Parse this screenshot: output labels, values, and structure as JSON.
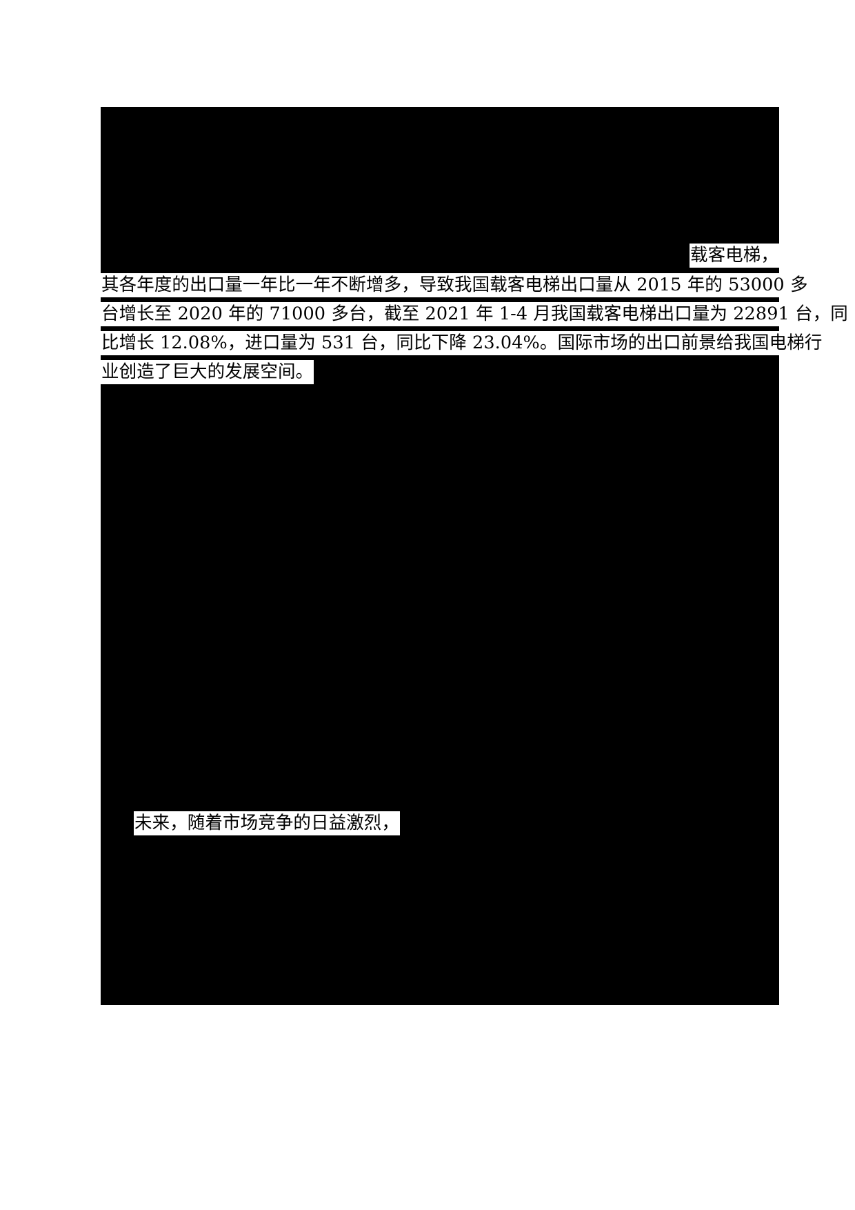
{
  "document": {
    "page_background": "#ffffff",
    "redaction_color": "#000000",
    "text_highlight_color": "#ffffff",
    "text_color": "#000000",
    "lines": [
      {
        "id": "line-1",
        "text": "载客电梯，",
        "align": "right"
      },
      {
        "id": "line-2",
        "text": "其各年度的出口量一年比一年不断增多，导致我国载客电梯出口量从 2015 年的 53000 多",
        "align": "left"
      },
      {
        "id": "line-3",
        "text": "台增长至 2020 年的 71000 多台，截至 2021 年 1-4 月我国载客电梯出口量为 22891 台，同",
        "align": "left"
      },
      {
        "id": "line-4",
        "text": "比增长 12.08%，进口量为 531 台，同比下降 23.04%。国际市场的出口前景给我国电梯行",
        "align": "left"
      },
      {
        "id": "line-5",
        "text": "业创造了巨大的发展空间。",
        "align": "left"
      },
      {
        "id": "line-6",
        "text": "未来，随着市场竞争的日益激烈，",
        "align": "left"
      }
    ],
    "facts": {
      "export_start_year": "2015",
      "export_start_volume": "53000 多台",
      "export_end_year": "2020",
      "export_end_volume": "71000 多台",
      "latest_period": "2021 年 1-4 月",
      "latest_export_volume": "22891 台",
      "export_growth": "12.08%",
      "import_volume": "531 台",
      "import_decline": "23.04%"
    }
  }
}
